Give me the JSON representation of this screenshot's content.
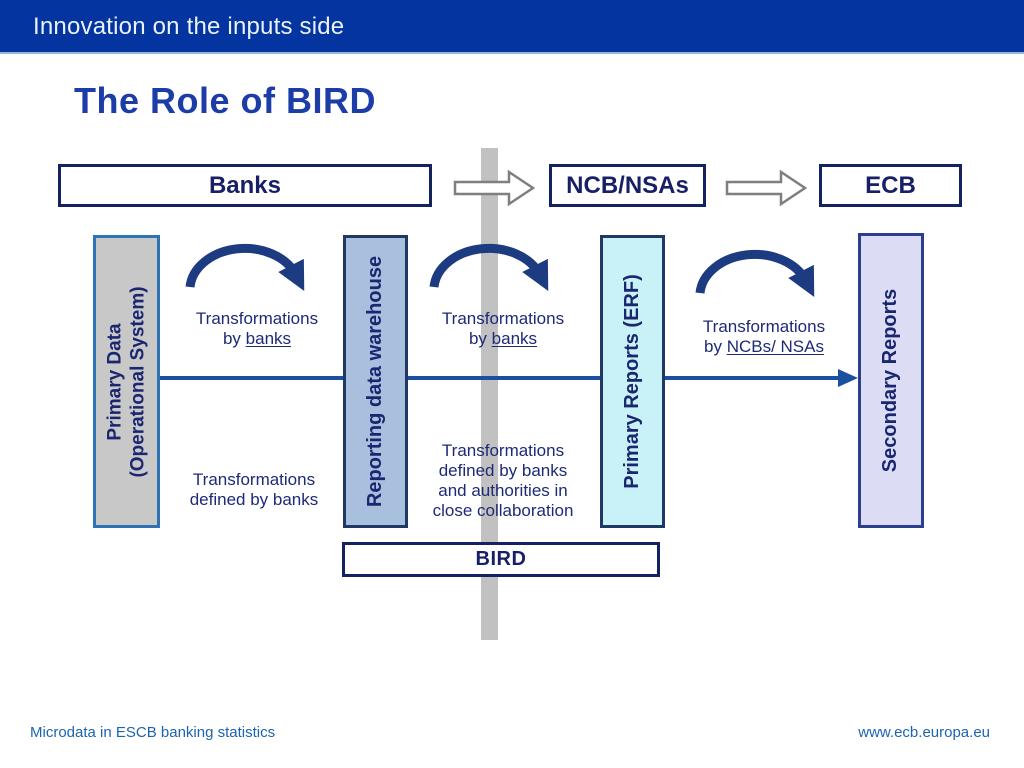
{
  "header": {
    "title": "Innovation on the inputs side"
  },
  "title": "The Role of BIRD",
  "entities": {
    "banks": "Banks",
    "ncb_nsas": "NCB/NSAs",
    "ecb": "ECB"
  },
  "pillars": {
    "primary_data": {
      "line1": "Primary Data",
      "line2": "(Operational System)"
    },
    "warehouse": {
      "label": "Reporting data warehouse"
    },
    "primary_reports": {
      "label": "Primary Reports (ERF)"
    },
    "secondary_reports": {
      "label": "Secondary Reports"
    }
  },
  "transformations": {
    "arc1": {
      "line1": "Transformations",
      "prefix": "by ",
      "underlined": "banks"
    },
    "arc2": {
      "line1": "Transformations",
      "prefix": "by ",
      "underlined": "banks"
    },
    "arc3": {
      "line1": "Transformations",
      "prefix": "by ",
      "underlined": "NCBs/ NSAs"
    },
    "defined1": {
      "line1": "Transformations",
      "line2": "defined by banks"
    },
    "defined2": {
      "line1": "Transformations",
      "line2": "defined by banks",
      "line3": "and authorities in",
      "line4": "close collaboration"
    }
  },
  "bird": {
    "label": "BIRD"
  },
  "footer": {
    "left": "Microdata in ESCB banking statistics",
    "right": "www.ecb.europa.eu"
  },
  "colors": {
    "header_bg": "#0434a0",
    "navy_border": "#14235f",
    "navy_text": "#1a2670",
    "flow_line": "#1b4fa0",
    "curved_arrow": "#1c3b80",
    "gray_bar": "#c1c1c1",
    "pillar_primary_data_fill": "#c8c8c8",
    "pillar_primary_data_border": "#2e74b5",
    "pillar_warehouse_fill": "#a8c0de",
    "pillar_primary_reports_fill": "#c9f1f8",
    "pillar_secondary_reports_fill": "#dcdcf4",
    "footer_text": "#1c64b0"
  }
}
